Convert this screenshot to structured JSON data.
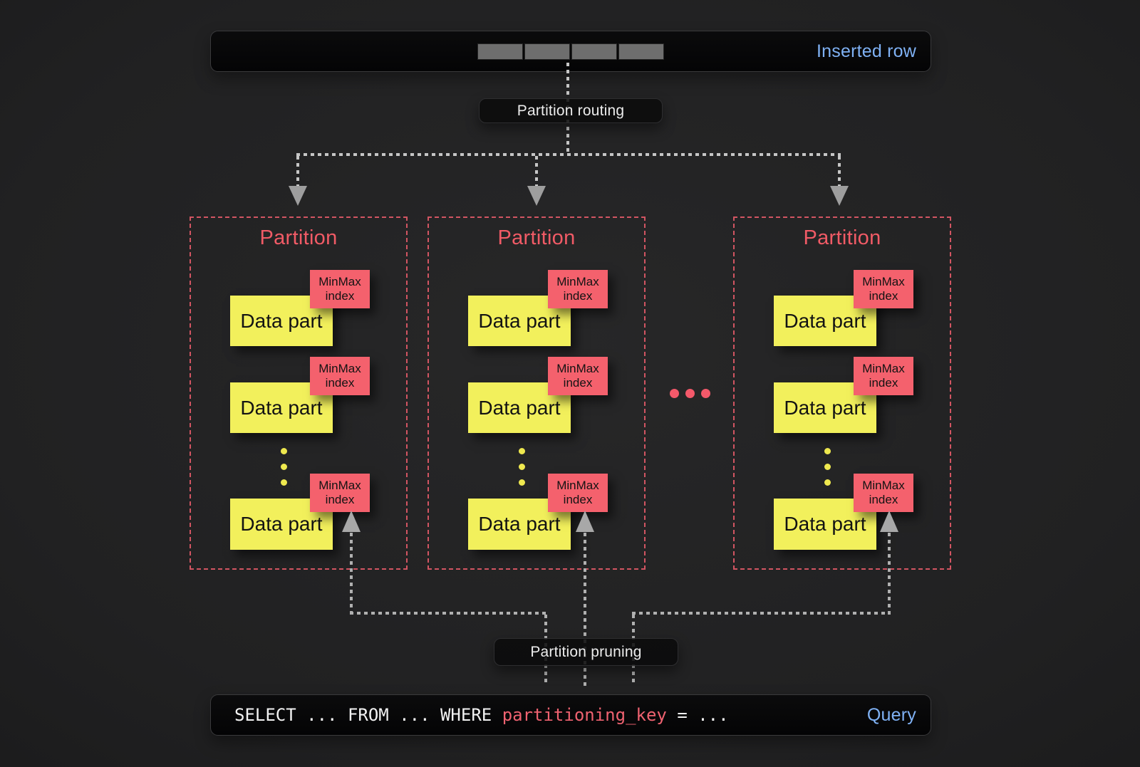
{
  "inserted_row": {
    "label": "Inserted row",
    "cell_count": 4
  },
  "routing": {
    "label": "Partition routing"
  },
  "pruning": {
    "label": "Partition pruning"
  },
  "partitions": [
    {
      "title": "Partition"
    },
    {
      "title": "Partition"
    },
    {
      "title": "Partition"
    }
  ],
  "part_labels": {
    "data_part": "Data part",
    "minmax_line1": "MinMax",
    "minmax_line2": "index"
  },
  "query": {
    "prefix": "SELECT ... FROM ... WHERE ",
    "key": "partitioning_key",
    "suffix": " = ...",
    "label": "Query"
  },
  "colors": {
    "accent_blue": "#7fb1f4",
    "partition_red": "#f15b66",
    "minmax_bg": "#f4616d",
    "data_part_yellow": "#f2f05c",
    "query_key_red": "#ef6270"
  }
}
